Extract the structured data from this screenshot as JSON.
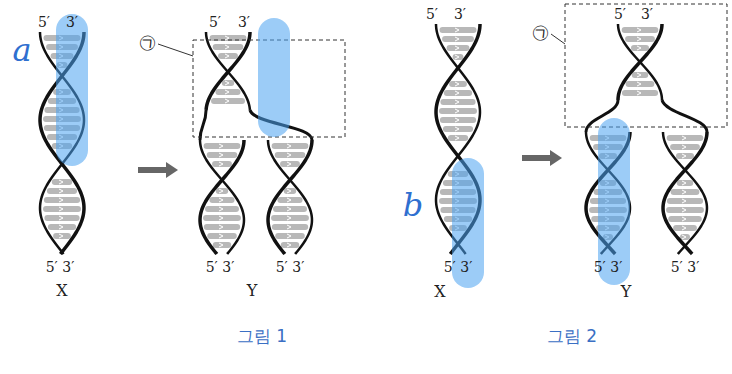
{
  "diagram": {
    "labels": [
      "a",
      "㉠",
      "5′",
      "3′",
      "5′",
      "3′",
      "5′ 3′",
      "5′ 3′",
      "5′ 3′",
      "X",
      "Y",
      "b",
      "㉠",
      "5′",
      "3′",
      "5′",
      "3′",
      "5′ 3′",
      "5′ 3′",
      "5′ 3′",
      "X",
      "Y",
      "그림 1",
      "그림 2"
    ]
  }
}
